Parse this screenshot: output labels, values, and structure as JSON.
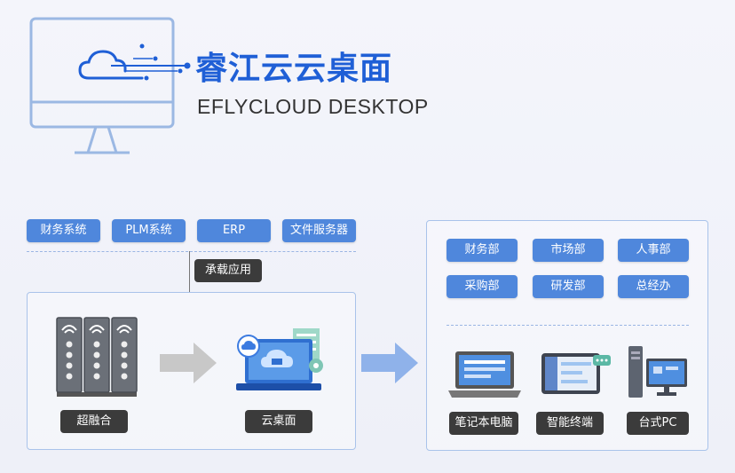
{
  "hero": {
    "title_cn": "睿江云云桌面",
    "title_en": "EFLYCLOUD DESKTOP"
  },
  "apps": {
    "items": [
      "财务系统",
      "PLM系统",
      "ERP",
      "文件服务器"
    ],
    "carrier_label": "承载应用"
  },
  "flow": {
    "source_label": "超融合",
    "target_label": "云桌面"
  },
  "departments": [
    "财务部",
    "市场部",
    "人事部",
    "采购部",
    "研发部",
    "总经办"
  ],
  "devices": [
    "笔记本电脑",
    "智能终端",
    "台式PC"
  ],
  "colors": {
    "brand_blue": "#1f5fd6",
    "pill_blue": "#4f87dc",
    "panel_border": "#a9c3ea",
    "dark_label": "#3b3b3b",
    "arrow_blue": "#8fb2ea",
    "arrow_gray": "#c8c8c8"
  }
}
